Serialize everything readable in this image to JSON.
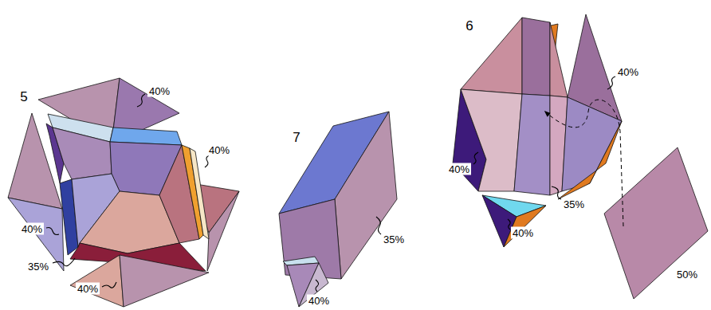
{
  "diagram": {
    "labels": [
      "5",
      "40%",
      "40%",
      "40%",
      "35%",
      "40%",
      "7",
      "35%",
      "40%",
      "6",
      "40%",
      "40%",
      "35%",
      "40%",
      "50%"
    ]
  }
}
